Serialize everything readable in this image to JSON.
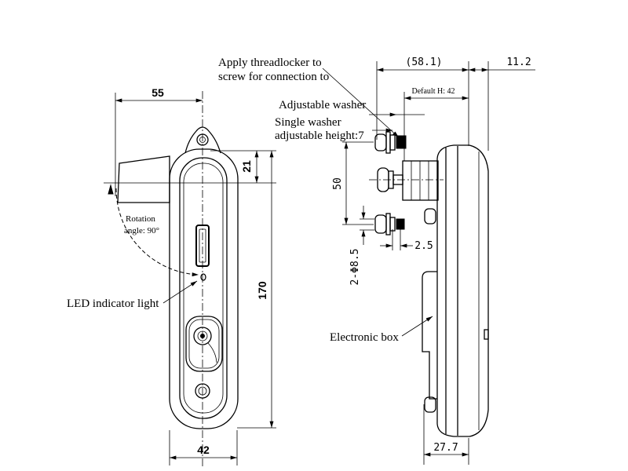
{
  "front_view": {
    "dim_top": "55",
    "dim_lug": "21",
    "rotation_line1": "Rotation",
    "rotation_line2": "angle: 90°",
    "led_label": "LED indicator light",
    "dim_height": "170",
    "dim_width": "42"
  },
  "side_view": {
    "threadlocker_line1": "Apply threadlocker to",
    "threadlocker_line2": "screw for connection to",
    "dim_overall_depth": "(58.1)",
    "dim_shell": "11.2",
    "default_height": "Default H: 42",
    "adjustable_washer": "Adjustable washer",
    "single_washer_line1": "Single washer",
    "single_washer_line2": "adjustable height:7",
    "dim_hole_pitch": "50",
    "dim_washer": "2.5",
    "dim_holes": "2-Φ8.5",
    "electronic_box": "Electronic box",
    "dim_box": "27.7"
  }
}
